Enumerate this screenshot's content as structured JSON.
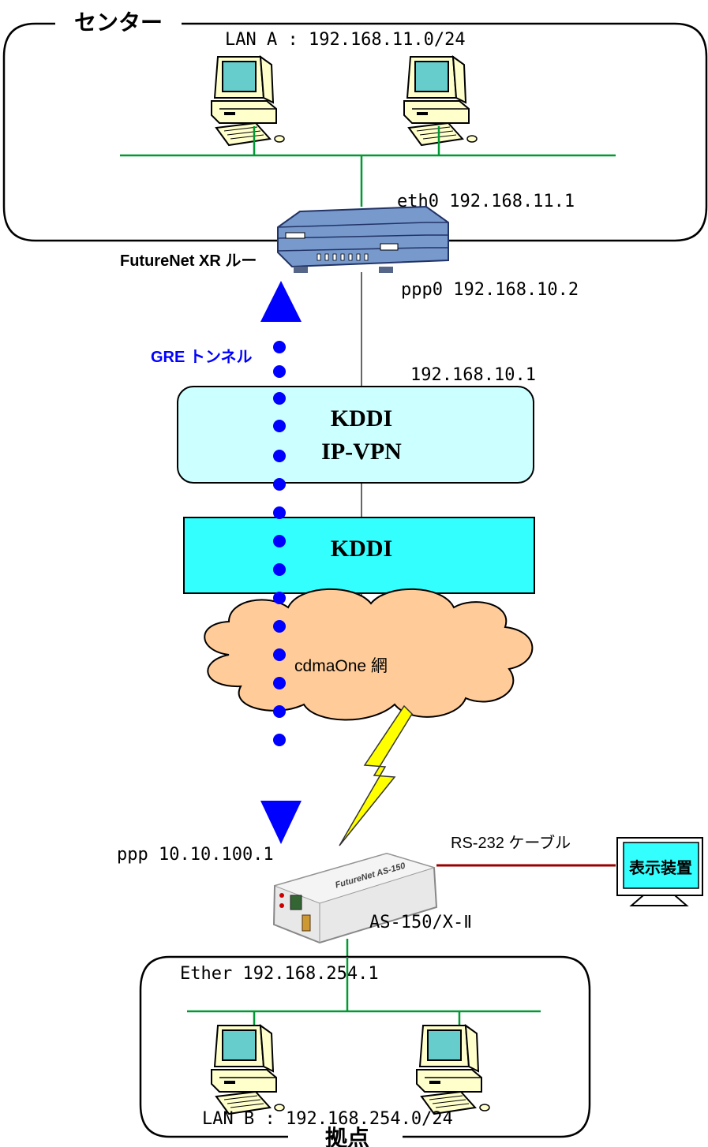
{
  "center": {
    "title": "センター",
    "lan_label": "LAN A : 192.168.11.0/24",
    "eth_label": "eth0 192.168.11.1",
    "router_label": "FutureNet XR ルー",
    "ppp_label": "ppp0 192.168.10.2"
  },
  "tunnel": {
    "label": "GRE トンネル",
    "color": "#0000ff"
  },
  "vpn": {
    "gateway_label": "192.168.10.1",
    "line1": "KDDI",
    "line2": "IP-VPN",
    "fill": "#ccffff"
  },
  "kddi": {
    "label": "KDDI",
    "fill": "#33ffff"
  },
  "cloud": {
    "label": "cdmaOne 網",
    "fill": "#ffcc99"
  },
  "remote": {
    "ppp_label": "ppp 10.10.100.1",
    "cable_label": "RS-232 ケーブル",
    "display_label": "表示装置",
    "device_label": "AS-150/X-Ⅱ",
    "device_brand": "FutureNet AS-150",
    "ether_label": "Ether 192.168.254.1",
    "lan_label": "LAN B : 192.168.254.0/24",
    "site_title": "拠点"
  },
  "colors": {
    "lan_line": "#009933",
    "cable": "#990000",
    "display_screen": "#33ffff"
  }
}
